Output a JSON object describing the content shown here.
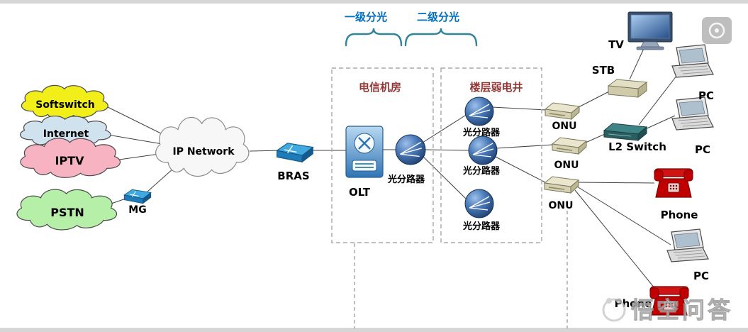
{
  "top_labels": {
    "level1_split": "一级分光",
    "level2_split": "二级分光"
  },
  "zones": {
    "telecom_room": "电信机房",
    "floor_well": "楼层弱电井"
  },
  "clouds": {
    "softswitch": "Softswitch",
    "internet": "Internet",
    "iptv": "IPTV",
    "pstn": "PSTN",
    "ip_network": "IP Network"
  },
  "devices": {
    "mg": "MG",
    "bras": "BRAS",
    "olt": "OLT",
    "splitter": "光分路器",
    "onu": "ONU",
    "tv": "TV",
    "stb": "STB",
    "pc": "PC",
    "l2_switch": "L2 Switch",
    "phone": "Phone"
  },
  "watermark": {
    "text": "悟空问答"
  },
  "colors": {
    "softswitch_cloud": "#f2ee1a",
    "internet_cloud": "#cfe2ed",
    "iptv_cloud": "#f8b3c3",
    "pstn_cloud": "#b6f0a8",
    "ip_network_cloud": "#f7f7f7",
    "zone_label": "#943634",
    "split_label": "#0070c0",
    "brace": "#31849b",
    "connection_line": "#404040",
    "splitter_sphere": "#2c5d9e",
    "onu_body": "#d9d5b8",
    "phone_red": "#c00000",
    "olt_blue": "#3579b8",
    "l2_switch_teal": "#3e8486"
  }
}
